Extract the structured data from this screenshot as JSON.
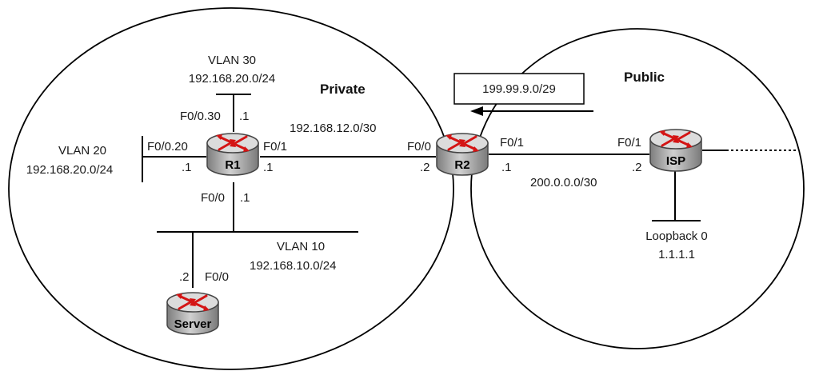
{
  "zones": {
    "private": "Private",
    "public": "Public"
  },
  "routers": {
    "r1": "R1",
    "r2": "R2",
    "isp": "ISP",
    "server": "Server"
  },
  "vlans": {
    "vlan30_name": "VLAN 30",
    "vlan30_net": "192.168.20.0/24",
    "vlan20_name": "VLAN 20",
    "vlan20_net": "192.168.20.0/24",
    "vlan10_name": "VLAN 10",
    "vlan10_net": "192.168.10.0/24"
  },
  "interfaces": {
    "r1_f0_30": "F0/0.30",
    "r1_f0_30_ip": ".1",
    "r1_f0_20": "F0/0.20",
    "r1_f0_20_ip": ".1",
    "r1_f0_1": "F0/1",
    "r1_f0_1_ip": ".1",
    "r1_f0_0": "F0/0",
    "r1_f0_0_ip": ".1",
    "r2_f0_0": "F0/0",
    "r2_f0_0_ip": ".2",
    "r2_f0_1": "F0/1",
    "r2_f0_1_ip": ".1",
    "isp_f0_1": "F0/1",
    "isp_f0_1_ip": ".2",
    "server_f0_0": "F0/0",
    "server_f0_0_ip": ".2"
  },
  "links": {
    "r1_r2_net": "192.168.12.0/30",
    "r2_isp_net": "200.0.0.0/30"
  },
  "nat_pool": "199.99.9.0/29",
  "loopback": {
    "name": "Loopback 0",
    "ip": "1.1.1.1"
  },
  "colors": {
    "router_body": "#a8a8a8",
    "router_top": "#d9d9d9",
    "arrow": "#d41414"
  }
}
